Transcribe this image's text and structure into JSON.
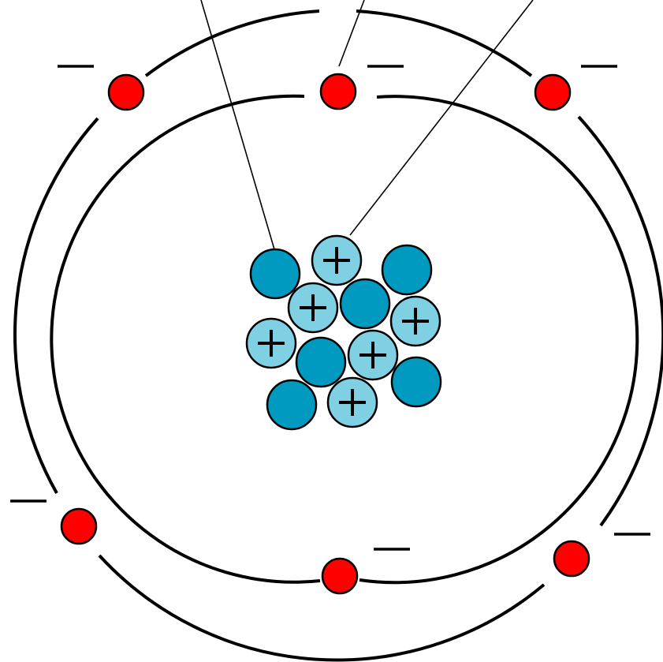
{
  "diagram": {
    "colors": {
      "background": "#ffffff",
      "electron": "#ff0000",
      "proton": "#7fd0e3",
      "neutron": "#0099bf",
      "line": "#000000"
    },
    "electron_shells": [
      {
        "name": "inner-shell",
        "electron_count": 2
      },
      {
        "name": "outer-shell",
        "electron_count": 4
      }
    ],
    "nucleus": {
      "proton_count": 6,
      "neutron_count": 6
    },
    "electron_charge_symbol": "minus",
    "proton_charge_symbol": "plus"
  }
}
